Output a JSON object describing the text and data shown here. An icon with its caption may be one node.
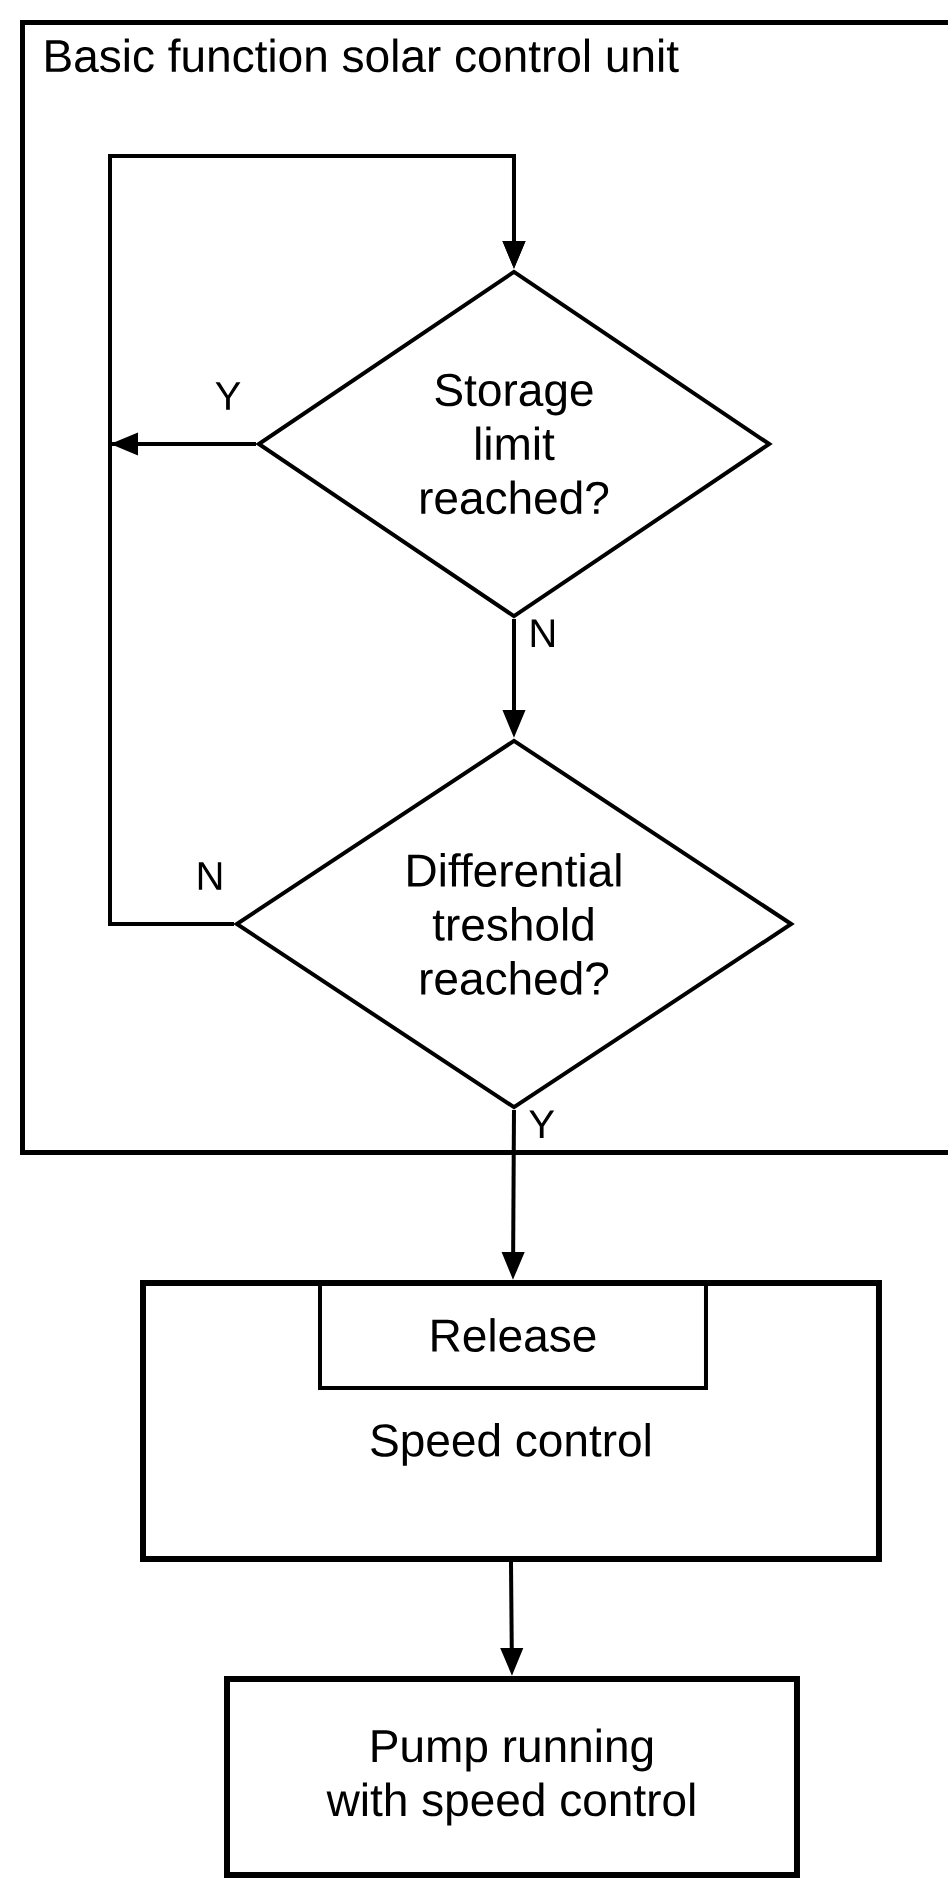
{
  "diagram": {
    "nodes": [
      {
        "text": [
          "Basic function solar control unit"
        ]
      },
      {
        "text": [
          "Storage limit reached?"
        ],
        "in": 0
      },
      {
        "text": [
          "Differential treshold reached?"
        ],
        "in": 0
      },
      {
        "text": [
          "Speed control"
        ]
      },
      {
        "text": [
          "Release"
        ],
        "in": 3
      },
      {
        "text": [
          "Pump running with speed control"
        ]
      }
    ],
    "edges": [
      {
        "from": 1,
        "to": 1,
        "label": "Y",
        "arrow": "to"
      },
      {
        "from": 1,
        "to": 2,
        "label": "N",
        "arrow": "to"
      },
      {
        "from": 2,
        "to": 1,
        "label": "N",
        "arrow": "to"
      },
      {
        "from": 2,
        "to": 4,
        "label": "Y",
        "arrow": "to"
      },
      {
        "from": 3,
        "to": 5,
        "arrow": "to"
      }
    ]
  }
}
